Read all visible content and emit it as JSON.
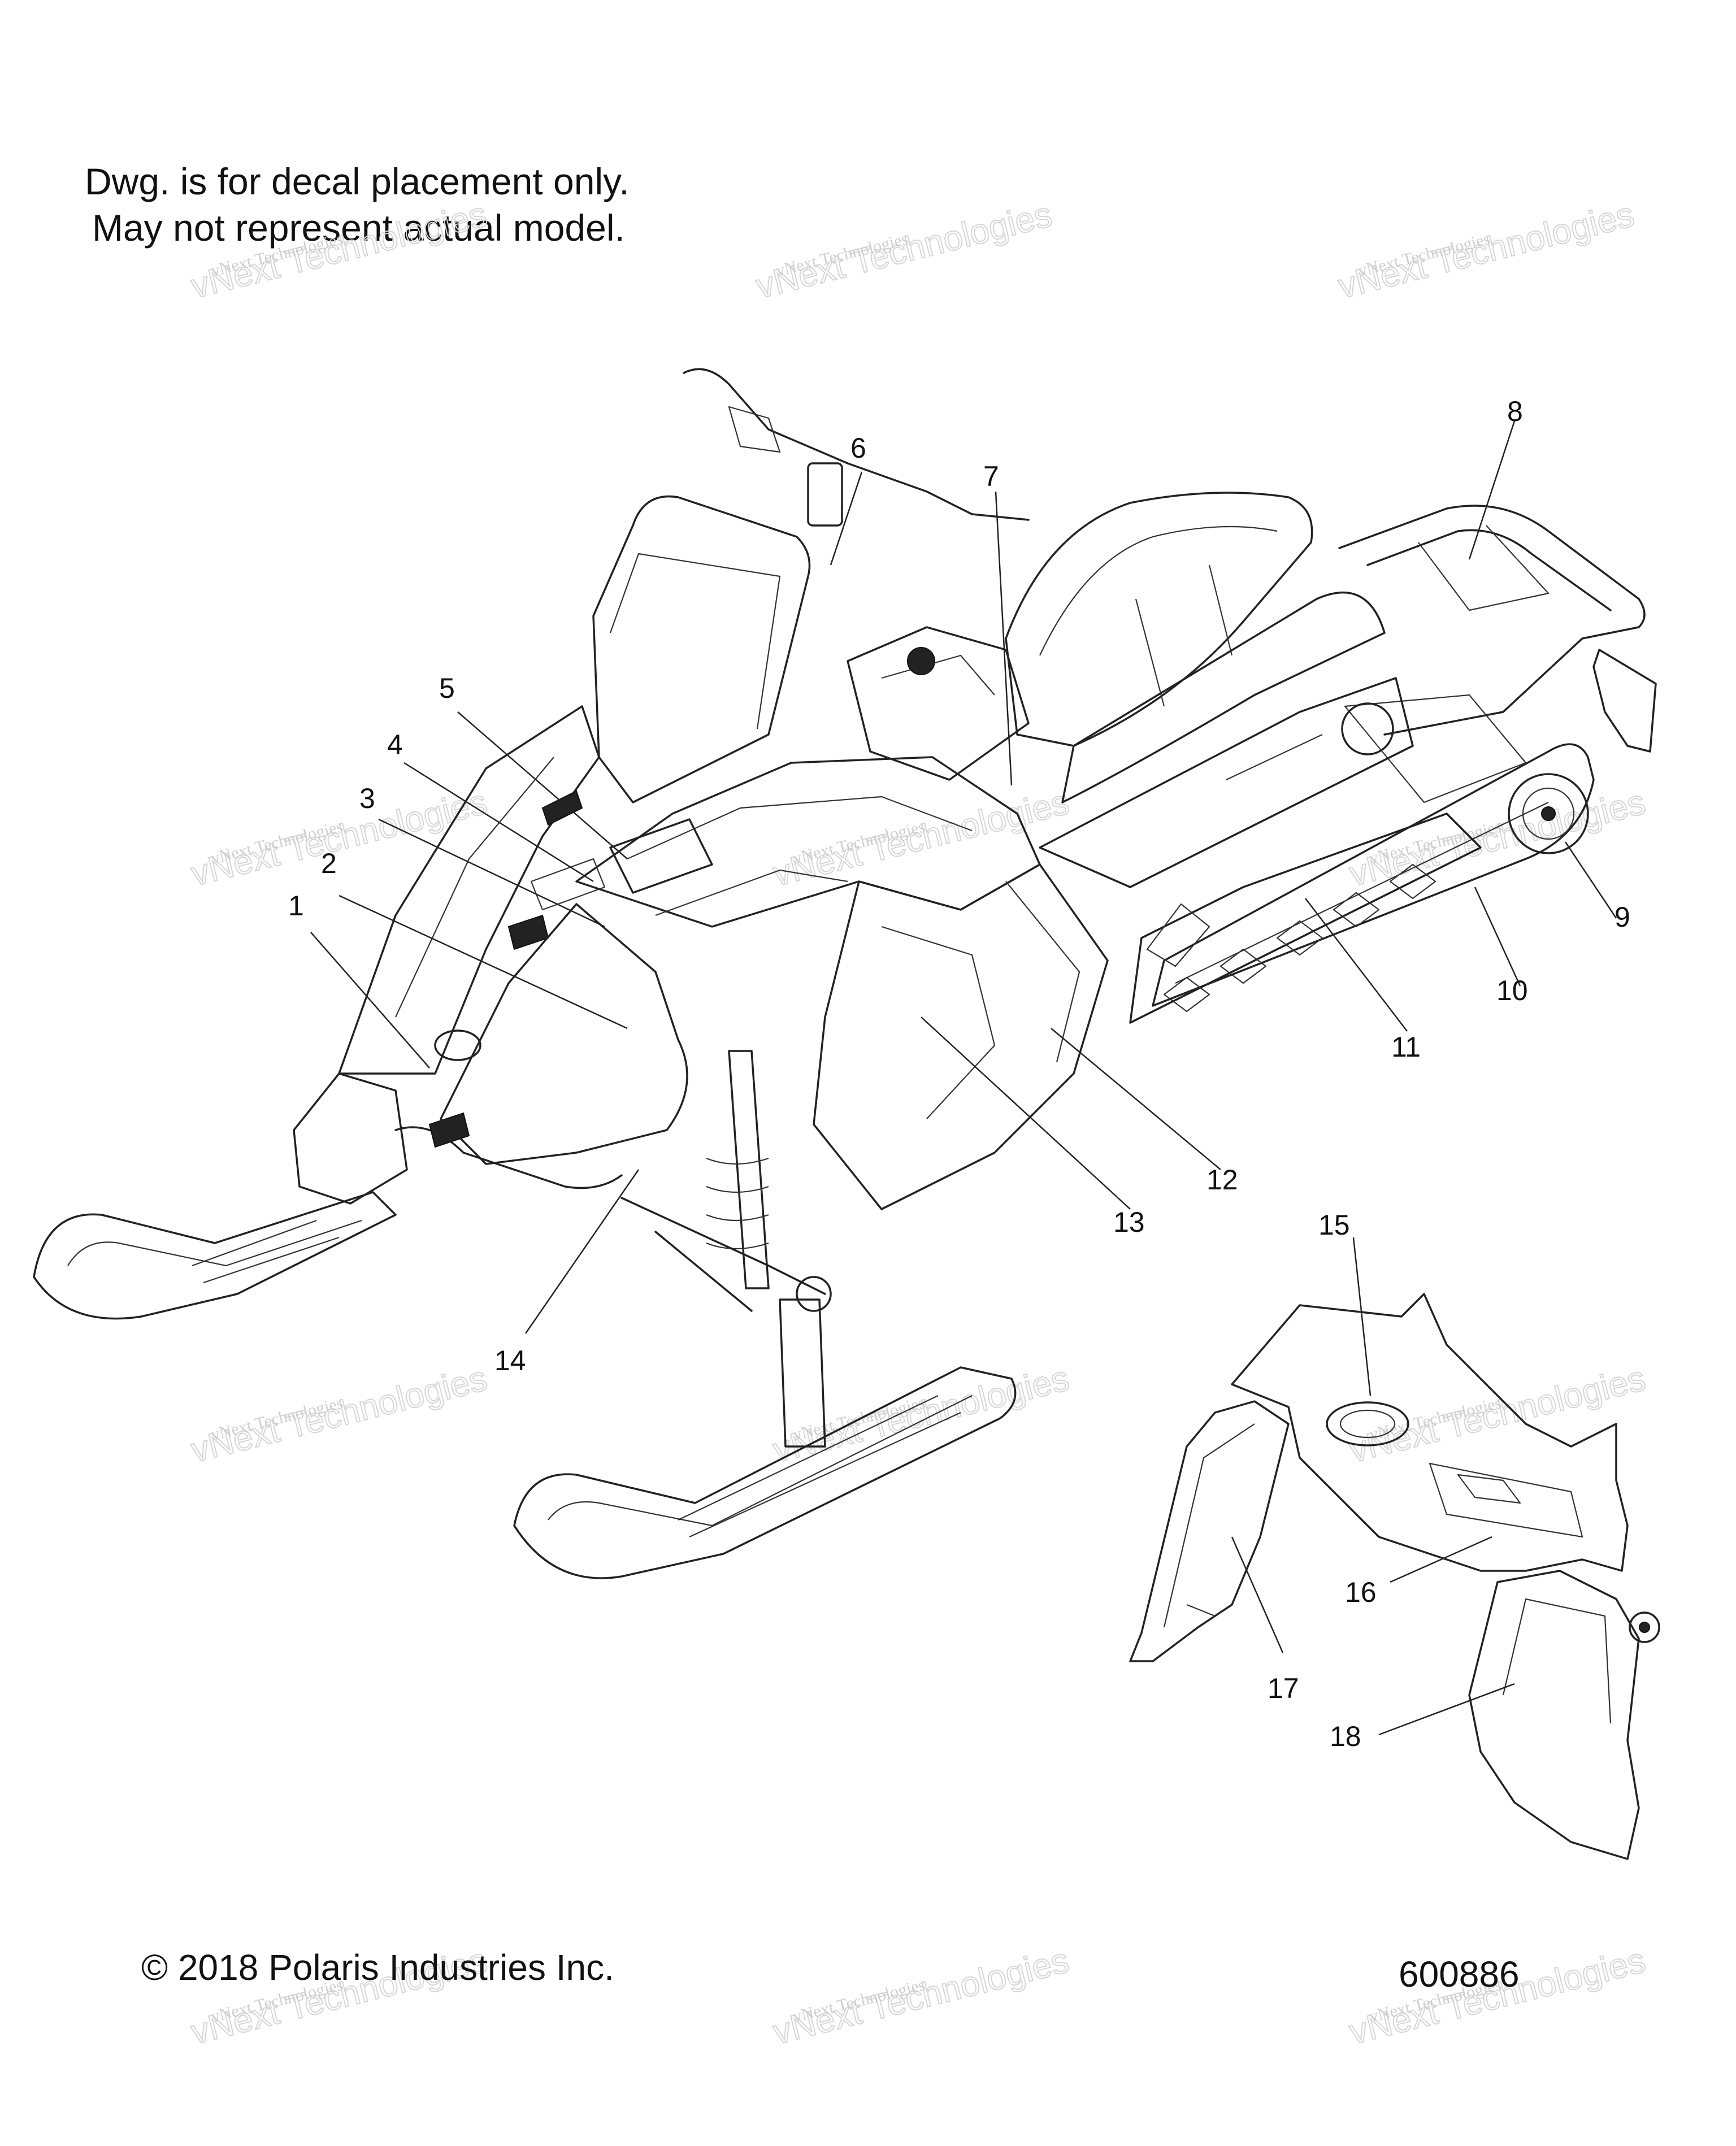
{
  "header": {
    "note_line_1": "Dwg. is for decal placement only.",
    "note_line_2": "May not represent actual model."
  },
  "footer": {
    "copyright": "© 2018 Polaris Industries Inc.",
    "drawing_number": "600886"
  },
  "watermark": {
    "small": "vNext Technologies",
    "large": "vNext Technologies"
  },
  "callouts": [
    "1",
    "2",
    "3",
    "4",
    "5",
    "6",
    "7",
    "8",
    "9",
    "10",
    "11",
    "12",
    "13",
    "14",
    "15",
    "16",
    "17",
    "18"
  ]
}
